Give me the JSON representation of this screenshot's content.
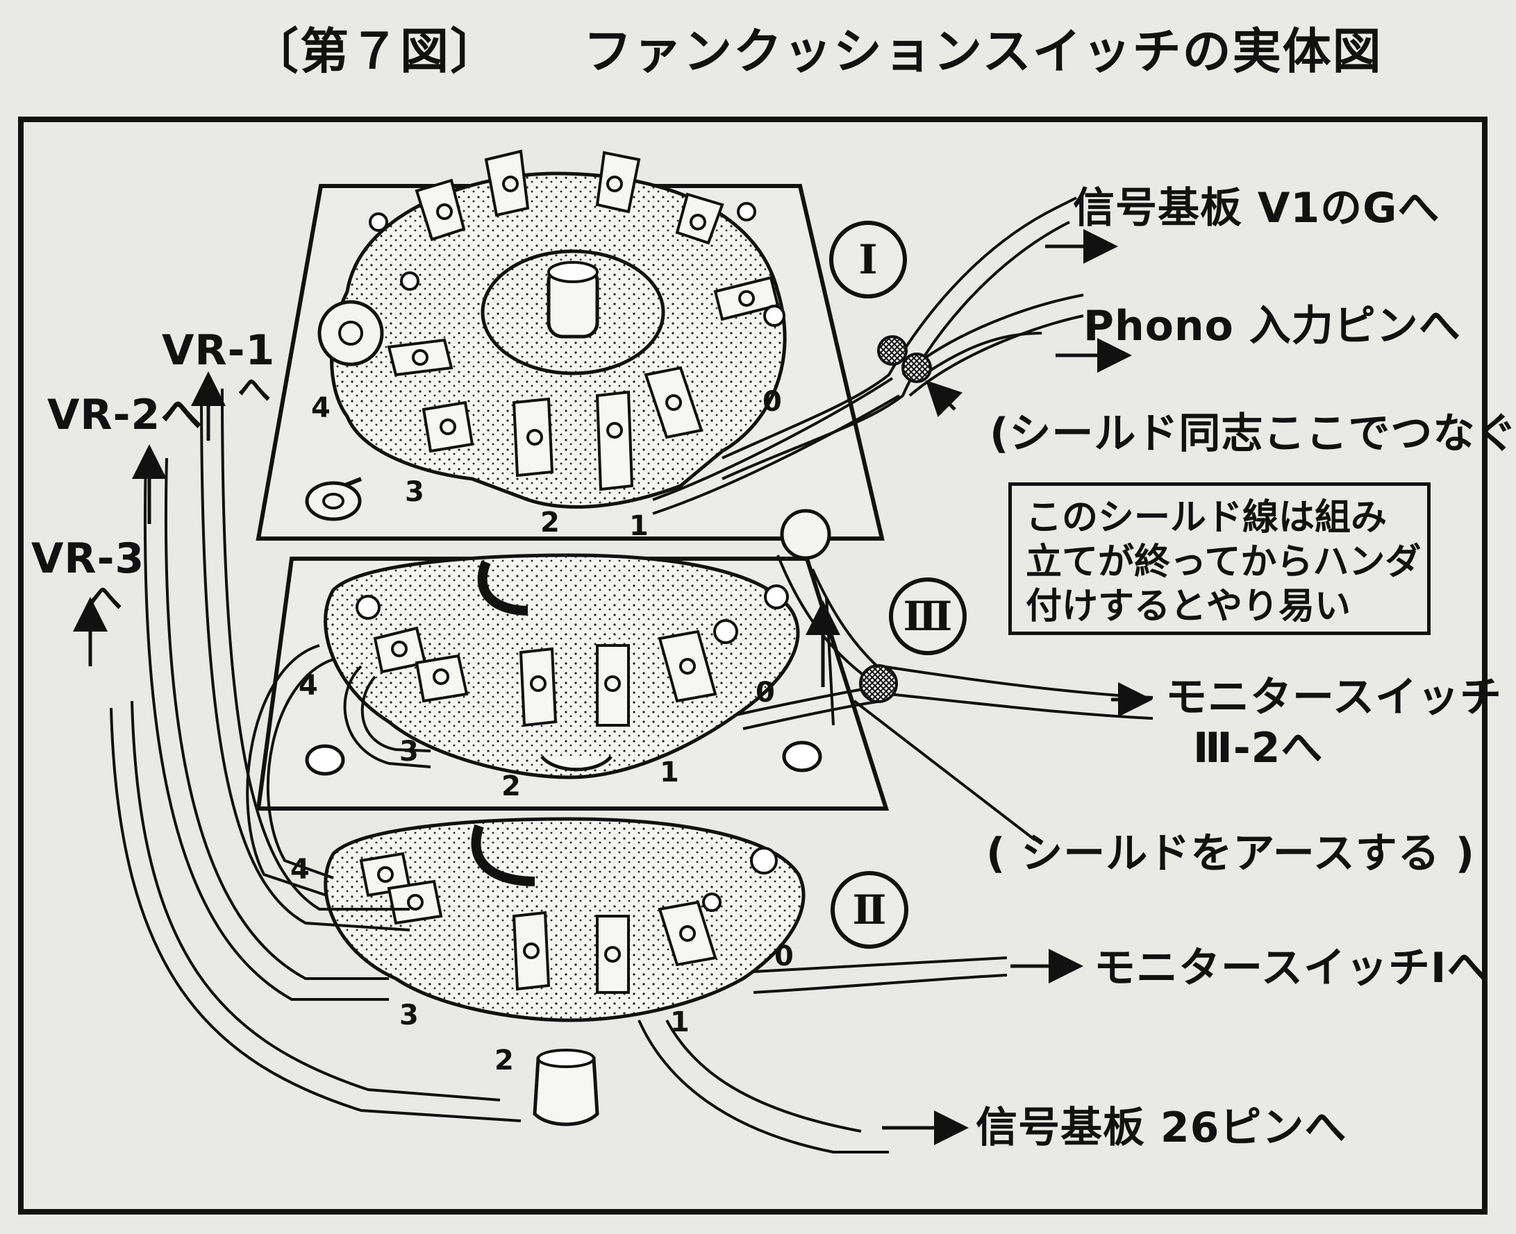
{
  "title": {
    "figure_number": "〔第７図〕",
    "caption": "ファンクッションスイッチの実体図"
  },
  "decks": [
    {
      "roman": "Ⅰ",
      "pins": [
        "4",
        "3",
        "2",
        "1",
        "0"
      ]
    },
    {
      "roman": "Ⅲ",
      "pins": [
        "4",
        "3",
        "2",
        "1",
        "0"
      ]
    },
    {
      "roman": "Ⅱ",
      "pins": [
        "4",
        "3",
        "2",
        "1",
        "0"
      ]
    }
  ],
  "labels": {
    "signal_board_v1": "信号基板 V1のGへ",
    "phono_input": "Phono 入力ピンへ",
    "shield_join": "(シールド同志ここでつなぐ)",
    "monitor_switch_3": "モニタースイッチ",
    "monitor_switch_3_sub": "Ⅲ-2へ",
    "shield_ground": "( シールドをアースする )",
    "monitor_switch_1": "モニタースイッチⅠへ",
    "signal_board_26": "信号基板 26ピンへ",
    "vr1": "VR-1",
    "vr1_suffix": "へ",
    "vr2": "VR-2へ",
    "vr3": "VR-3",
    "vr3_suffix": "へ"
  },
  "note": {
    "lines": [
      "このシールド線は組み",
      "立てが終ってからハンダ",
      "付けするとやり易い"
    ]
  }
}
